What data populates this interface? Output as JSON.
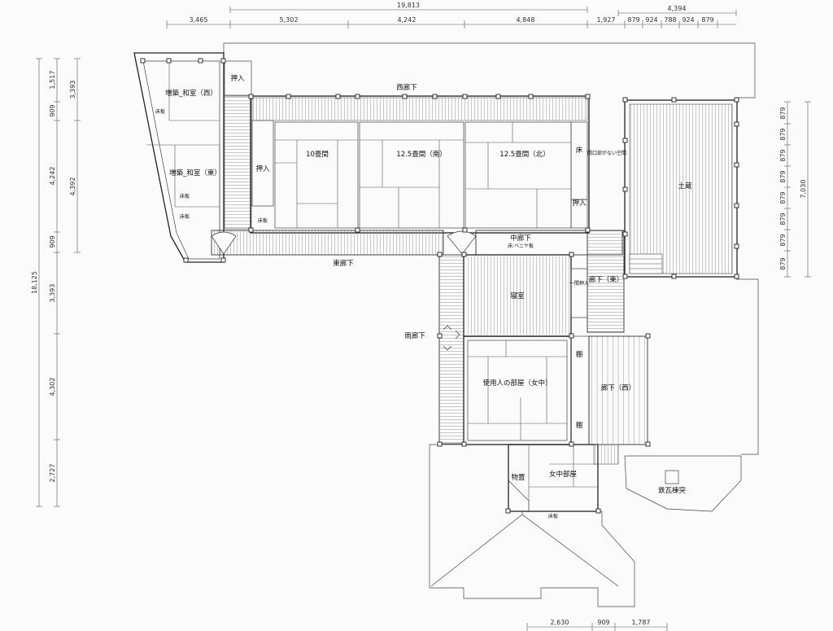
{
  "dimensions": {
    "top_outer": "19,813",
    "top_right_outer": "4,394",
    "top_row": [
      "3,465",
      "5,302",
      "4,242",
      "4,848",
      "1,927",
      "879",
      "924",
      "788",
      "924",
      "879"
    ],
    "left_outer": "18,125",
    "left_mid": [
      "3,393",
      "4,392"
    ],
    "left_inner": [
      "1,517",
      "909",
      "4,242",
      "909",
      "3,393",
      "4,302",
      "2,727"
    ],
    "right_outer": "7,030",
    "right_inner": [
      "879",
      "879",
      "879",
      "879",
      "879",
      "879",
      "879",
      "879"
    ],
    "bottom": [
      "2,630",
      "909",
      "1,787"
    ]
  },
  "rooms": {
    "zoushitsu_west": "増築_和室（西）",
    "zoushitsu_east": "増築_和室（東）",
    "oshiire_1": "押入",
    "oshiire_2": "押入",
    "oshiire_3": "押入",
    "nishi_rouka": "西廊下",
    "room_10": "10畳間",
    "room_125_south": "12.5畳間（南）",
    "room_125_north": "12.5畳間（北）",
    "toko": "床",
    "opening_space": "開口部がない空間",
    "dozo": "土蔵",
    "higashi_rouka": "東廊下",
    "naka_rouka": "中廊下",
    "naka_rouka_floor": "床:ベニヤ板",
    "ikkan_oshiire": "一間押入",
    "rouka_higashi": "廊下（東）",
    "shinshitsu": "寝室",
    "amerouka": "雨廊下",
    "tana_1": "棚",
    "tana_2": "棚",
    "shiyounin": "使用人の部屋（女中）",
    "rouka_nishi": "廊下（西）",
    "monooki": "物置",
    "jochu_beya": "女中部屋",
    "tekishiro": "鉄瓦棟突",
    "yukaita_1": "床板",
    "yukaita_2": "床板",
    "yukaita_3": "床板",
    "yukaita_4": "床板",
    "yukaita_5": "床板"
  }
}
